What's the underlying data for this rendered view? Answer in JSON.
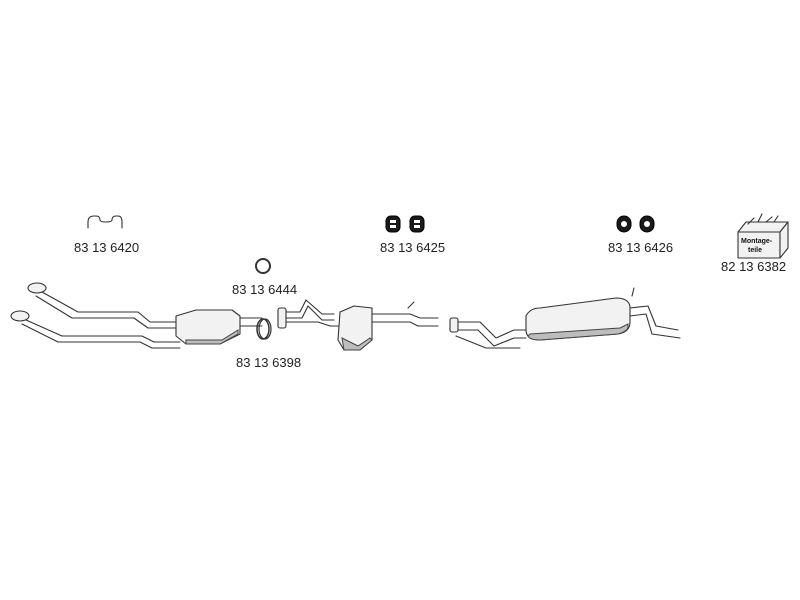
{
  "parts": [
    {
      "id": "clamp",
      "number": "83 13 6420"
    },
    {
      "id": "hanger-a",
      "number": "83 13 6425"
    },
    {
      "id": "hanger-b",
      "number": "83 13 6426"
    },
    {
      "id": "mounting-kit",
      "number": "82 13 6382",
      "kit_text_1": "Montage-",
      "kit_text_2": "teile"
    },
    {
      "id": "ring-small",
      "number": "83 13 6444"
    },
    {
      "id": "ring-large",
      "number": "83 13 6398"
    }
  ]
}
